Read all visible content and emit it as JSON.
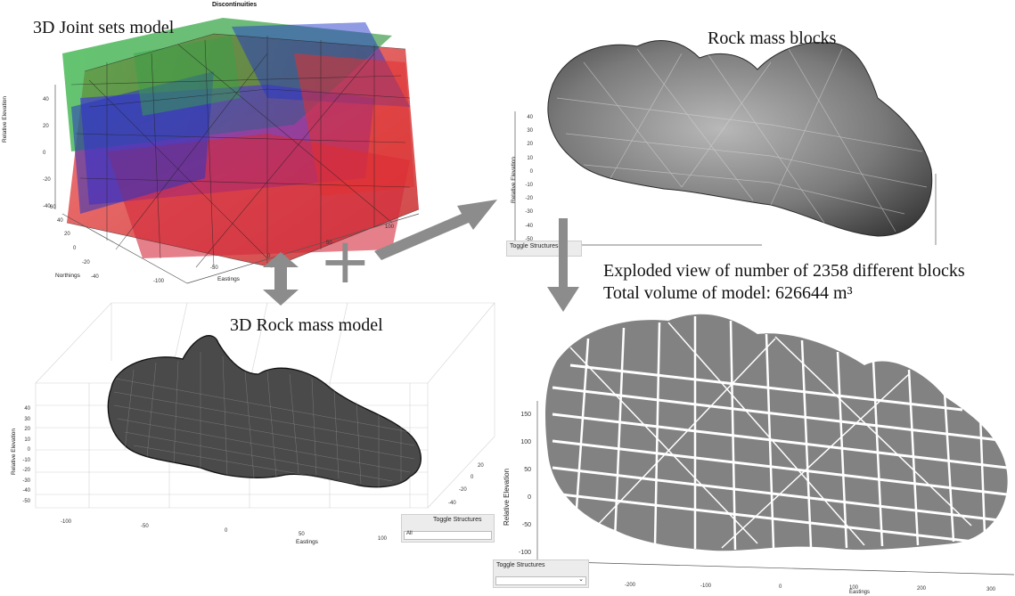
{
  "panels": {
    "joint_sets": {
      "caption": "3D Joint sets model",
      "plot_title": "Discontinuities",
      "ylabel": "Relative Elevation",
      "xlabel": "Eastings",
      "zlabel": "Northings",
      "y_ticks": [
        "40",
        "20",
        "0",
        "-20",
        "-40"
      ],
      "x_ticks": [
        "100",
        "50",
        "0",
        "-50",
        "-100"
      ],
      "z_ticks": [
        "60",
        "40",
        "20",
        "0",
        "-20",
        "-40"
      ]
    },
    "rock_blocks": {
      "caption": "Rock mass blocks",
      "ylabel": "Relative Elevation",
      "y_ticks": [
        "40",
        "30",
        "20",
        "10",
        "0",
        "-10",
        "-20",
        "-30",
        "-40",
        "-50"
      ],
      "toggle_label": "Toggle Structures"
    },
    "rock_mass_model": {
      "caption": "3D Rock mass model",
      "ylabel": "Relative Elevation",
      "xlabel": "Eastings",
      "y_ticks": [
        "40",
        "30",
        "20",
        "10",
        "0",
        "-10",
        "-20",
        "-30",
        "-40",
        "-50"
      ],
      "x_ticks": [
        "-100",
        "-50",
        "0",
        "50",
        "100"
      ],
      "z_ticks": [
        "20",
        "0",
        "-20",
        "-40"
      ],
      "toggle_label": "Toggle Structures",
      "toggle_value": "All"
    },
    "exploded": {
      "caption_line1": "Exploded view of number of 2358 different blocks",
      "caption_line2": "Total volume of model: 626644 m³",
      "ylabel": "Relative Elevation",
      "xlabel": "Eastings",
      "y_ticks": [
        "150",
        "100",
        "50",
        "0",
        "-50",
        "-100"
      ],
      "x_ticks": [
        "-200",
        "-100",
        "0",
        "100",
        "200",
        "300"
      ],
      "toggle_label": "Toggle Structures"
    }
  },
  "symbols": {
    "plus": "+"
  },
  "colors": {
    "arrow": "#8c8c8c",
    "red_set": "#e03030",
    "green_set": "#2aa02a",
    "blue_set": "#3030d0"
  }
}
